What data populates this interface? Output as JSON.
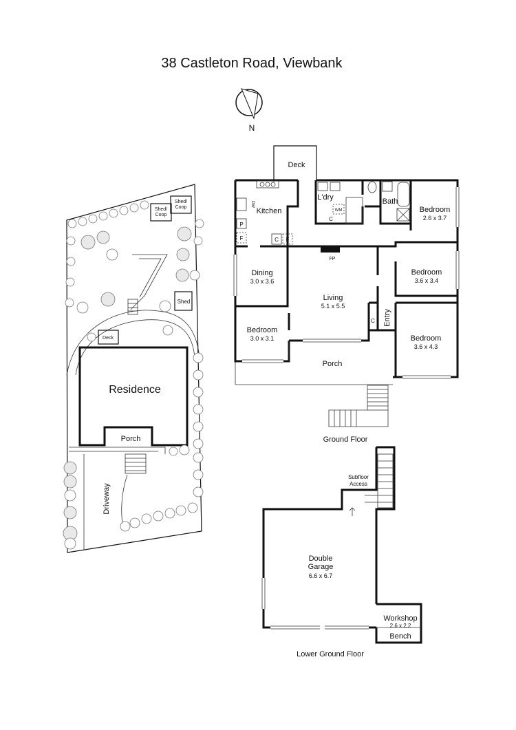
{
  "title": "38 Castleton Road, Viewbank",
  "north": "N",
  "site": {
    "residence": "Residence",
    "porch": "Porch",
    "driveway": "Driveway",
    "deck": "Deck",
    "shed": "Shed",
    "shed_coop_1": [
      "Shed/",
      "Coop"
    ],
    "shed_coop_2": [
      "Shed/",
      "Coop"
    ]
  },
  "ground_floor": {
    "caption": "Ground Floor",
    "rooms": {
      "deck": "Deck",
      "kitchen": "Kitchen",
      "laundry": "L'dry",
      "bath": "Bath",
      "bedroom1": {
        "name": "Bedroom",
        "size": "2.6 x 3.7"
      },
      "dining": {
        "name": "Dining",
        "size": "3.0 x 3.6"
      },
      "living": {
        "name": "Living",
        "size": "5.1 x 5.5"
      },
      "bedroom2": {
        "name": "Bedroom",
        "size": "3.6 x 3.4"
      },
      "bedroom3": {
        "name": "Bedroom",
        "size": "3.0 x 3.1"
      },
      "bedroom4": {
        "name": "Bedroom",
        "size": "3.6 x 4.3"
      },
      "entry": "Entry",
      "porch": "Porch"
    },
    "symbols": {
      "fp": "FP",
      "wm": "WM",
      "c": "C",
      "f": "F",
      "p": "P",
      "dw": "DW"
    }
  },
  "lower_ground_floor": {
    "caption": "Lower Ground Floor",
    "subfloor": [
      "Subfloor",
      "Access"
    ],
    "garage": {
      "name": [
        "Double",
        "Garage"
      ],
      "size": "6.6 x 6.7"
    },
    "workshop": {
      "name": "Workshop",
      "size": "2.6 x 2.2"
    },
    "bench": "Bench"
  }
}
